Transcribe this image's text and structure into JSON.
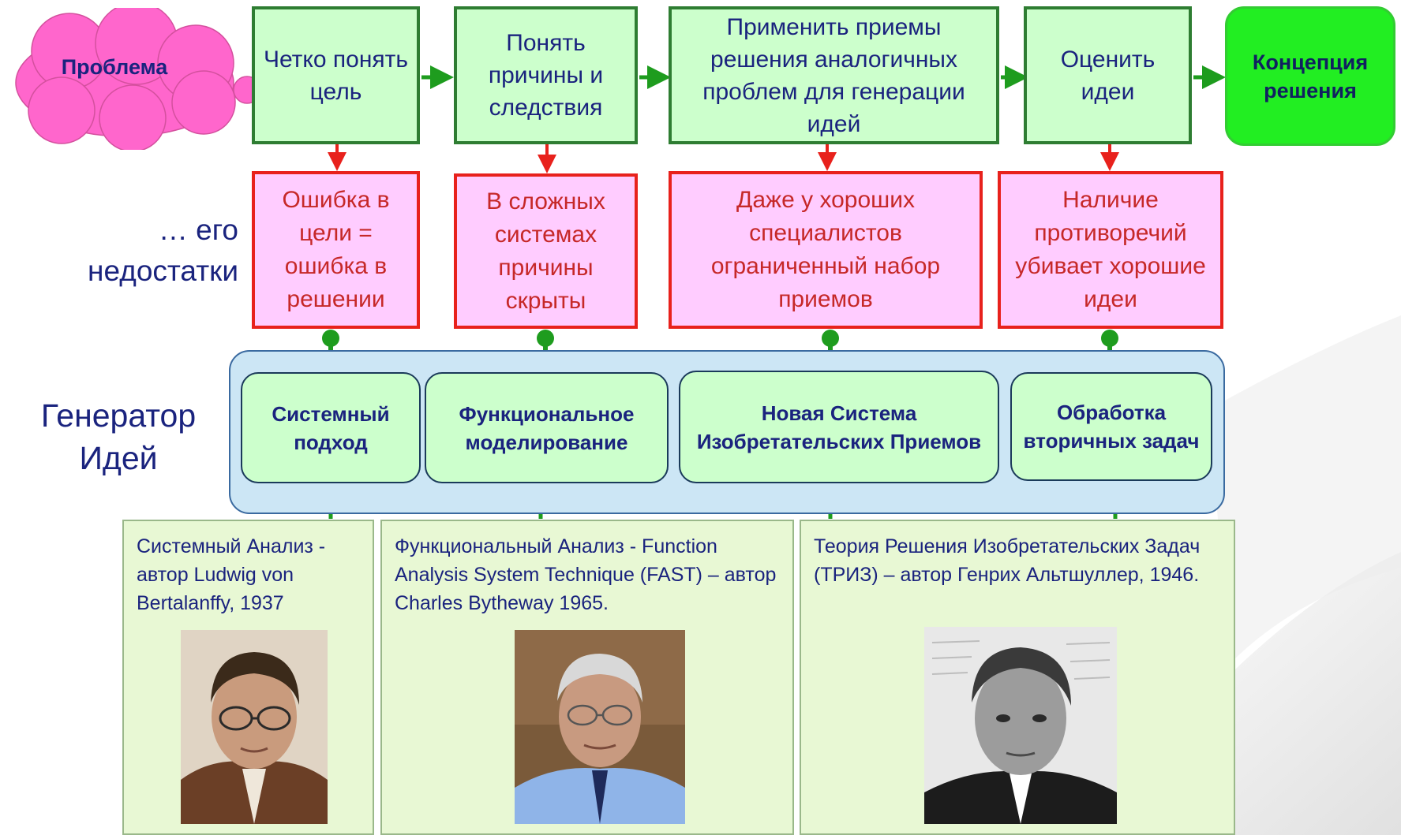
{
  "problem": "Проблема",
  "steps": [
    "Четко понять цель",
    "Понять причины и следствия",
    "Применить приемы решения аналогичных проблем для генерации идей",
    "Оценить идеи"
  ],
  "solution_concept": "Концепция решения",
  "drawbacks_label": "… его недостатки",
  "drawbacks": [
    "Ошибка в цели = ошибка в решении",
    "В сложных системах причины скрыты",
    "Даже у хороших специалистов ограниченный набор приемов",
    "Наличие противоречий убивает хорошие идеи"
  ],
  "generator_label": "Генератор Идей",
  "generators": [
    "Системный подход",
    "Функциональное моделирование",
    "Новая Система Изобретательских Приемов",
    "Обработка вторичных задач"
  ],
  "authors": [
    {
      "text": "Системный Анализ - автор Ludwig von Bertalanffy, 1937"
    },
    {
      "text": "Функциональный Анализ - Function Analysis System Technique (FAST) – автор Charles Bytheway 1965."
    },
    {
      "text": "Теория Решения Изобретательских Задач (ТРИЗ) – автор Генрих Альтшуллер, 1946."
    }
  ],
  "colors": {
    "step_fill": "#ccffcc",
    "step_border": "#2e7d32",
    "drawback_fill": "#ffccff",
    "drawback_border": "#e8211c",
    "cloud_fill": "#ff66cc",
    "final_fill": "#22ee22",
    "generator_panel": "#cce6f5",
    "author_panel": "#e8f8d4",
    "arrow_green": "#1e9c1e",
    "arrow_red": "#e8211c"
  }
}
